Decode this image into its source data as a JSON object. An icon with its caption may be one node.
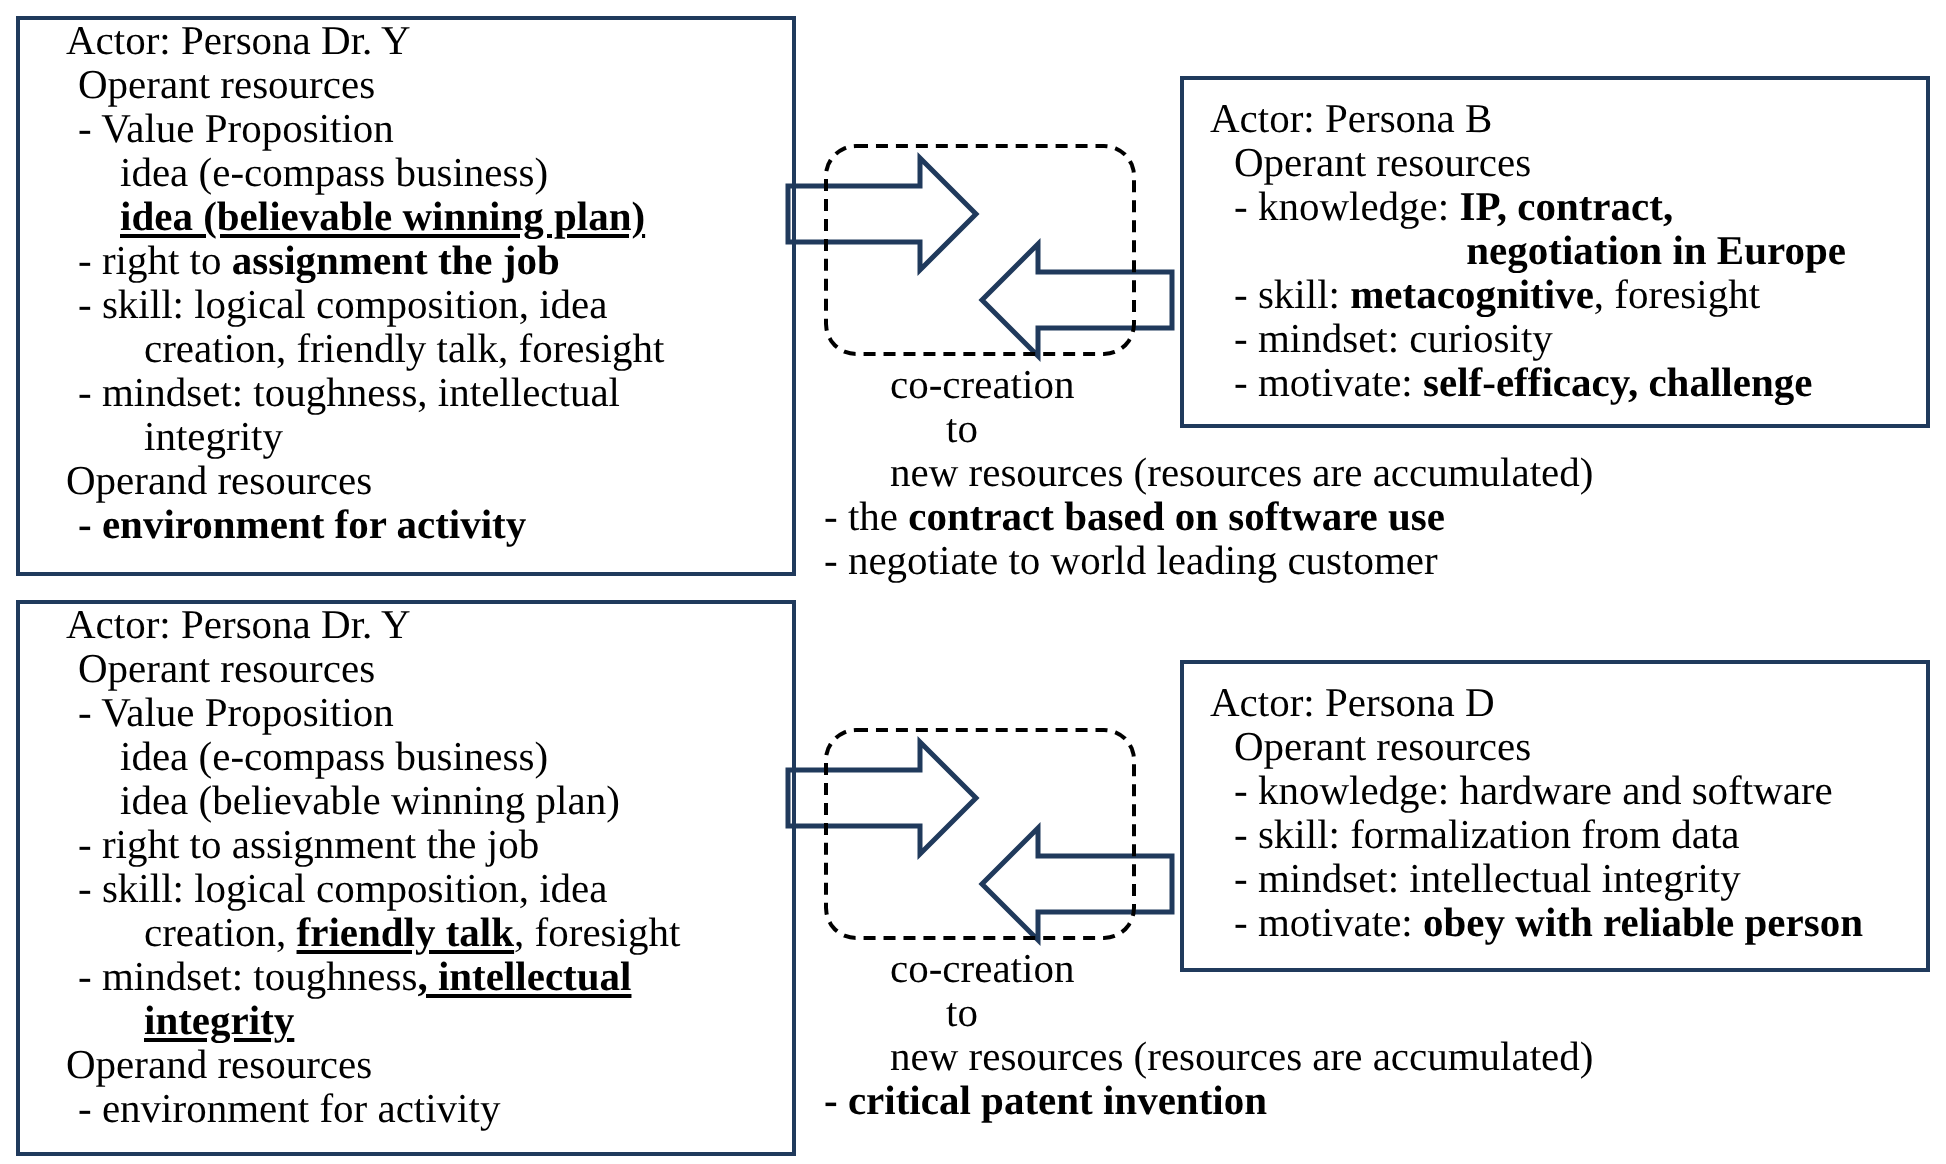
{
  "diagram": {
    "nodes": [
      {
        "text": [
          "Actor: Persona Dr. Y",
          "Operant resources",
          "- Value Proposition",
          "idea (e-compass business)",
          "idea (believable winning plan)",
          "- right to **assignment the job**",
          "- skill: logical composition, idea creation, friendly talk, foresight",
          "- mindset: toughness, intellectual integrity",
          "Operand resources",
          "- environment for activity"
        ]
      },
      {
        "text": [],
        "shape": "box",
        "beside": [
          "co-creation",
          "to",
          "new resources (resources are accumulated)",
          "- the **contract based on software use**",
          "- negotiate to world leading customer"
        ]
      },
      {
        "text": [
          "Actor: Persona B",
          "Operant resources",
          "- knowledge: **IP, contract, negotiation in Europe**",
          "- skill: **metacognitive**, foresight",
          "- mindset: curiosity",
          "- motivate: **self-efficacy, challenge**"
        ]
      },
      {
        "text": [
          "Actor: Persona Dr. Y",
          "Operant resources",
          "- Value Proposition",
          "idea (e-compass business)",
          "idea (believable winning plan)",
          "- right to assignment the job",
          "- skill: logical composition, idea creation, **friendly talk**, foresight",
          "- mindset: toughness**, intellectual integrity**",
          "Operand resources",
          "- environment for activity"
        ]
      },
      {
        "text": [],
        "shape": "box",
        "beside": [
          "co-creation",
          "to",
          "new resources (resources are accumulated)",
          "- critical patent invention"
        ]
      },
      {
        "text": [
          "Actor: Persona D",
          "Operant resources",
          "- knowledge: hardware and software",
          "- skill: formalization from data",
          "- mindset: intellectual integrity",
          "- motivate: **obey with reliable person**"
        ]
      }
    ],
    "edges": [
      {
        "from": 0,
        "to": 1,
        "arrow": "to"
      },
      {
        "from": 2,
        "to": 1,
        "arrow": "to"
      },
      {
        "from": 3,
        "to": 4,
        "arrow": "to"
      },
      {
        "from": 5,
        "to": 4,
        "arrow": "to"
      }
    ]
  }
}
